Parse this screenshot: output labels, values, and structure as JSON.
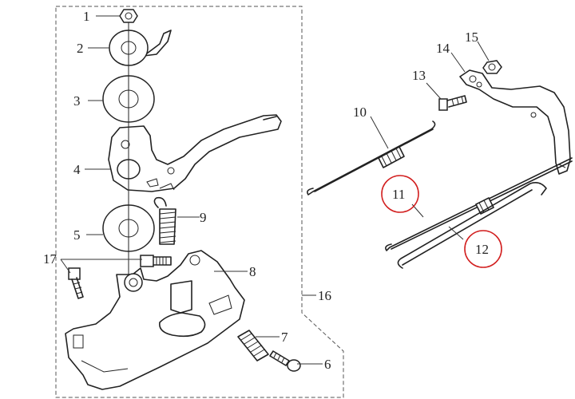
{
  "colors": {
    "ink": "#222222",
    "highlight_circle": "#d21f1f",
    "background": "#ffffff"
  },
  "labels": {
    "p1": "1",
    "p2": "2",
    "p3": "3",
    "p4": "4",
    "p5": "5",
    "p6": "6",
    "p7": "7",
    "p8": "8",
    "p9": "9",
    "p10": "10",
    "p11": "11",
    "p12": "12",
    "p13": "13",
    "p14": "14",
    "p15": "15",
    "p16": "16",
    "p17": "17"
  },
  "highlighted_parts": [
    "11",
    "12"
  ]
}
